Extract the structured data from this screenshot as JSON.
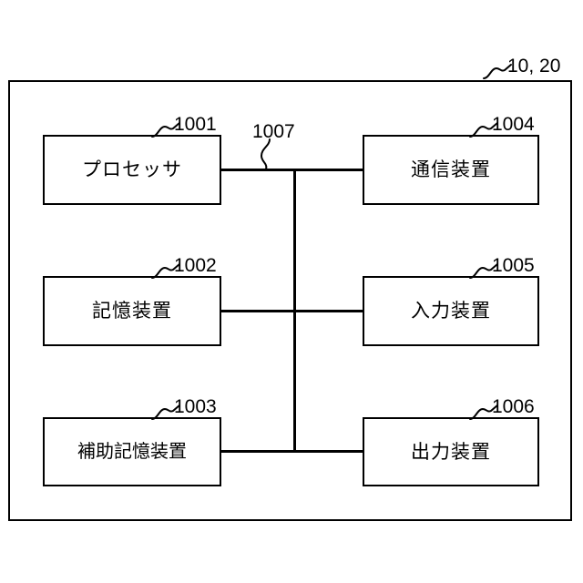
{
  "figure": {
    "type": "patent-block-diagram",
    "system_frame": {
      "reference_label": "10, 20",
      "leader": "squiggle-leader-icon"
    },
    "bus": {
      "reference_label": "1007",
      "name": "bus-line",
      "leader": "squiggle-leader-icon"
    },
    "blocks": [
      {
        "id": "processor",
        "label": "プロセッサ",
        "reference_label": "1001",
        "column": "left",
        "row": "top"
      },
      {
        "id": "storage-device",
        "label": "記憶装置",
        "reference_label": "1002",
        "column": "left",
        "row": "middle"
      },
      {
        "id": "auxiliary-storage-device",
        "label": "補助記憶装置",
        "reference_label": "1003",
        "column": "left",
        "row": "bottom"
      },
      {
        "id": "communication-device",
        "label": "通信装置",
        "reference_label": "1004",
        "column": "right",
        "row": "top"
      },
      {
        "id": "input-device",
        "label": "入力装置",
        "reference_label": "1005",
        "column": "right",
        "row": "middle"
      },
      {
        "id": "output-device",
        "label": "出力装置",
        "reference_label": "1006",
        "column": "right",
        "row": "bottom"
      }
    ],
    "colors": {
      "line": "#000000",
      "background": "#ffffff",
      "text": "#000000"
    }
  }
}
